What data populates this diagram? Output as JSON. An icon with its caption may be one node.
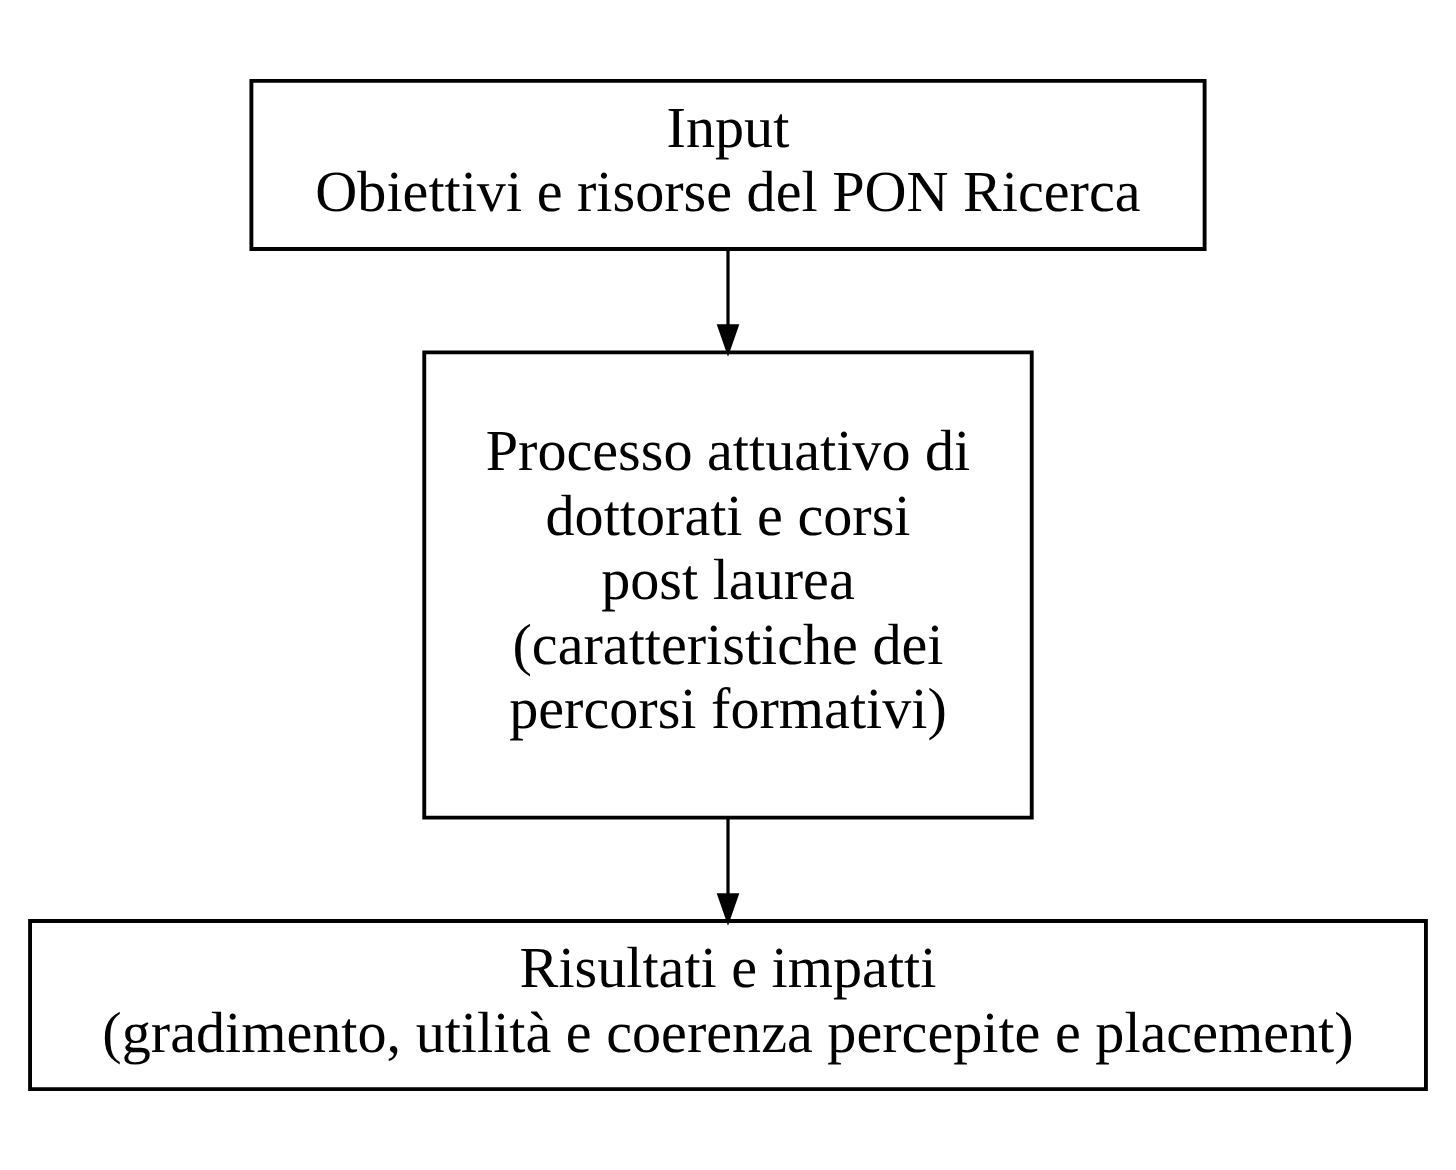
{
  "diagram": {
    "nodes": [
      {
        "text": [
          "Input",
          "Obiettivi e risorse del PON Ricerca"
        ]
      },
      {
        "text": [
          "Processo attuativo di dottorati e corsi post laurea",
          "(caratteristiche dei percorsi formativi)"
        ]
      },
      {
        "text": [
          "Risultati e impatti",
          "(gradimento, utilità e coerenza percepite e placement)"
        ]
      }
    ],
    "edges": [
      {
        "from": 0,
        "to": 1,
        "arrow": "to"
      },
      {
        "from": 1,
        "to": 2,
        "arrow": "to"
      }
    ]
  }
}
